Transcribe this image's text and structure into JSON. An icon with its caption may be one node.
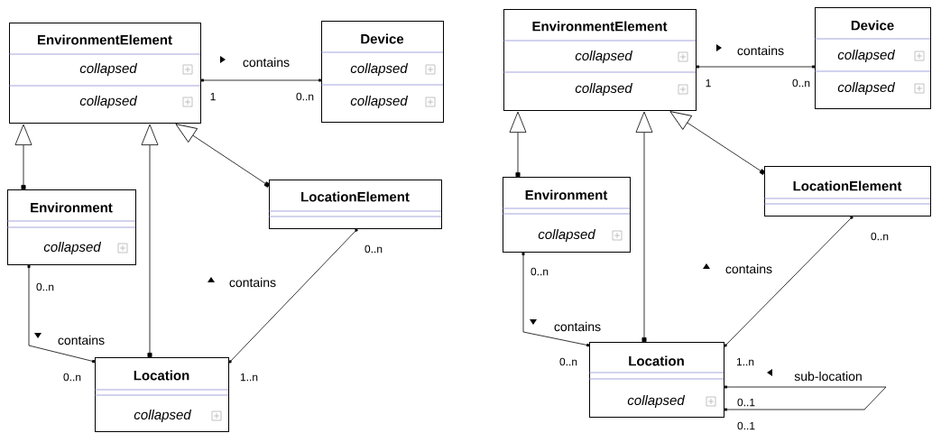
{
  "diagram": {
    "nodes": [
      {
        "text": [
          "EnvironmentElement",
          "collapsed",
          "collapsed"
        ]
      },
      {
        "text": [
          "Device",
          "collapsed",
          "collapsed"
        ]
      },
      {
        "text": [
          "Environment",
          "collapsed"
        ]
      },
      {
        "text": [
          "LocationElement"
        ]
      },
      {
        "text": [
          "Location",
          "collapsed"
        ]
      },
      {
        "text": [
          "EnvironmentElement",
          "collapsed",
          "collapsed"
        ]
      },
      {
        "text": [
          "Device",
          "collapsed",
          "collapsed"
        ]
      },
      {
        "text": [
          "Environment",
          "collapsed"
        ]
      },
      {
        "text": [
          "LocationElement"
        ]
      },
      {
        "text": [
          "Location",
          "collapsed"
        ]
      }
    ],
    "edges": [
      {
        "from": 2,
        "to": 0,
        "arrow": "to"
      },
      {
        "from": 4,
        "to": 0,
        "arrow": "to"
      },
      {
        "from": 3,
        "to": 0,
        "arrow": "to"
      },
      {
        "from": 0,
        "to": 1,
        "arrow": "other",
        "label": "contains"
      },
      {
        "from": 2,
        "to": 4,
        "arrow": "other",
        "label": "contains"
      },
      {
        "from": 3,
        "to": 4,
        "arrow": "other",
        "label": "contains"
      },
      {
        "from": 7,
        "to": 5,
        "arrow": "to"
      },
      {
        "from": 9,
        "to": 5,
        "arrow": "to"
      },
      {
        "from": 8,
        "to": 5,
        "arrow": "to"
      },
      {
        "from": 5,
        "to": 6,
        "arrow": "other",
        "label": "contains"
      },
      {
        "from": 7,
        "to": 9,
        "arrow": "other",
        "label": "contains"
      },
      {
        "from": 8,
        "to": 9,
        "arrow": "other",
        "label": "contains"
      },
      {
        "from": 9,
        "to": 9,
        "arrow": "other",
        "label": "sub-location"
      }
    ],
    "labels": [
      "1",
      "0..n",
      "0..n",
      "0..n",
      "0..n",
      "1..n",
      "1",
      "0..n",
      "0..n",
      "0..n",
      "0..n",
      "1..n",
      "0..1",
      "0..1"
    ]
  }
}
